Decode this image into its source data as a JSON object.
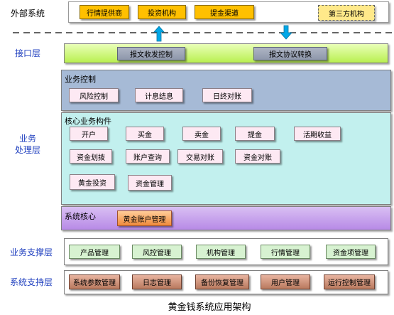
{
  "layers": {
    "external": "外部系统",
    "interface": "接口层",
    "business": "业务\n处理层",
    "support": "业务支撑层",
    "system_support": "系统支持层"
  },
  "external_boxes": [
    "行情提供商",
    "投资机构",
    "提金渠道",
    "第三方机构"
  ],
  "interface_boxes": [
    "报文收发控制",
    "报文协议转换"
  ],
  "business_control": {
    "title": "业务控制",
    "items": [
      "风险控制",
      "计息结息",
      "日终对账"
    ]
  },
  "core_components": {
    "title": "核心业务构件",
    "items": [
      "开户",
      "买金",
      "卖金",
      "提金",
      "活期收益",
      "资金划拨",
      "账户查询",
      "交易对账",
      "资金对账",
      "黄金投资",
      "资金管理"
    ]
  },
  "system_core": {
    "title": "系统核心",
    "items": [
      "黄金账户管理"
    ]
  },
  "support_boxes": [
    "产品管理",
    "风控管理",
    "机构管理",
    "行情管理",
    "资金项管理"
  ],
  "system_support_boxes": [
    "系统参数管理",
    "日志管理",
    "备份恢复管理",
    "用户管理",
    "运行控制管理"
  ],
  "caption": "黄金钱系统应用架构",
  "colors": {
    "interface_panel": "#ccff66",
    "business_control_panel": "#a6bad6",
    "core_panel": "#c2f0ee",
    "system_core_panel": "#c9a6ee",
    "arrow": "#00a8e8",
    "layer_label_blue": "#1f3fbf"
  }
}
